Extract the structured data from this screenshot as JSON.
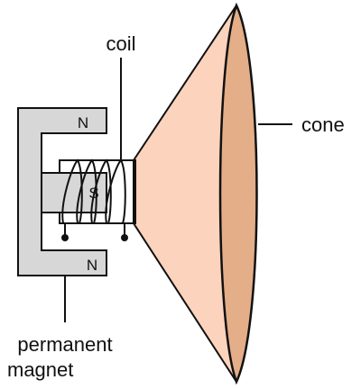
{
  "labels": {
    "coil": "coil",
    "cone": "cone",
    "magnet_line1": "permanent",
    "magnet_line2": "magnet"
  },
  "poles": {
    "top": "N",
    "middle": "S",
    "bottom": "N"
  },
  "colors": {
    "cone_face": "#FCD3BC",
    "cone_rim": "#E3AE88",
    "magnet": "#D7D7D7",
    "stroke": "#111111"
  }
}
